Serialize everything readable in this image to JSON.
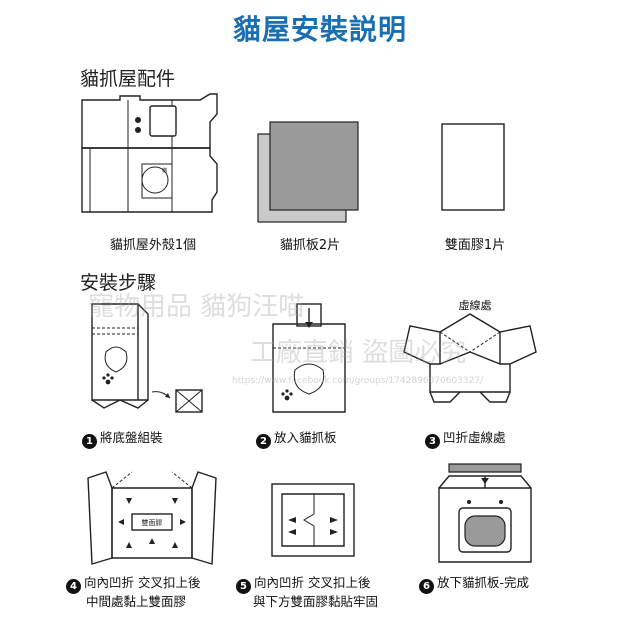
{
  "header": {
    "title": "貓屋安裝説明"
  },
  "parts_section": {
    "heading": "貓抓屋配件",
    "items": [
      {
        "label": "貓抓屋外殼1個"
      },
      {
        "label": "貓抓板2片"
      },
      {
        "label": "雙面膠1片"
      }
    ]
  },
  "steps_section": {
    "heading": "安裝步驟",
    "step_diagram_label": "虛線處",
    "tape_label": "雙面膠",
    "steps": [
      {
        "number": "1",
        "lines": [
          "將底盤組裝"
        ]
      },
      {
        "number": "2",
        "lines": [
          "放入貓抓板"
        ]
      },
      {
        "number": "3",
        "lines": [
          "凹折虛線處"
        ]
      },
      {
        "number": "4",
        "lines": [
          "向內凹折 交叉扣上後",
          "中間處黏上雙面膠"
        ]
      },
      {
        "number": "5",
        "lines": [
          "向內凹折 交叉扣上後",
          "與下方雙面膠黏貼牢固"
        ]
      },
      {
        "number": "6",
        "lines": [
          "放下貓抓板-完成"
        ]
      }
    ]
  },
  "watermark": {
    "line1": "寵物用品 貓狗汪喵",
    "line2": "工廠直銷 盜圖必究",
    "url": "https://www.facebook.com/groups/1742896070603327/"
  },
  "colors": {
    "title": "#1a6fb0",
    "text": "#111111",
    "panel_gray": "#9a9a9a"
  }
}
